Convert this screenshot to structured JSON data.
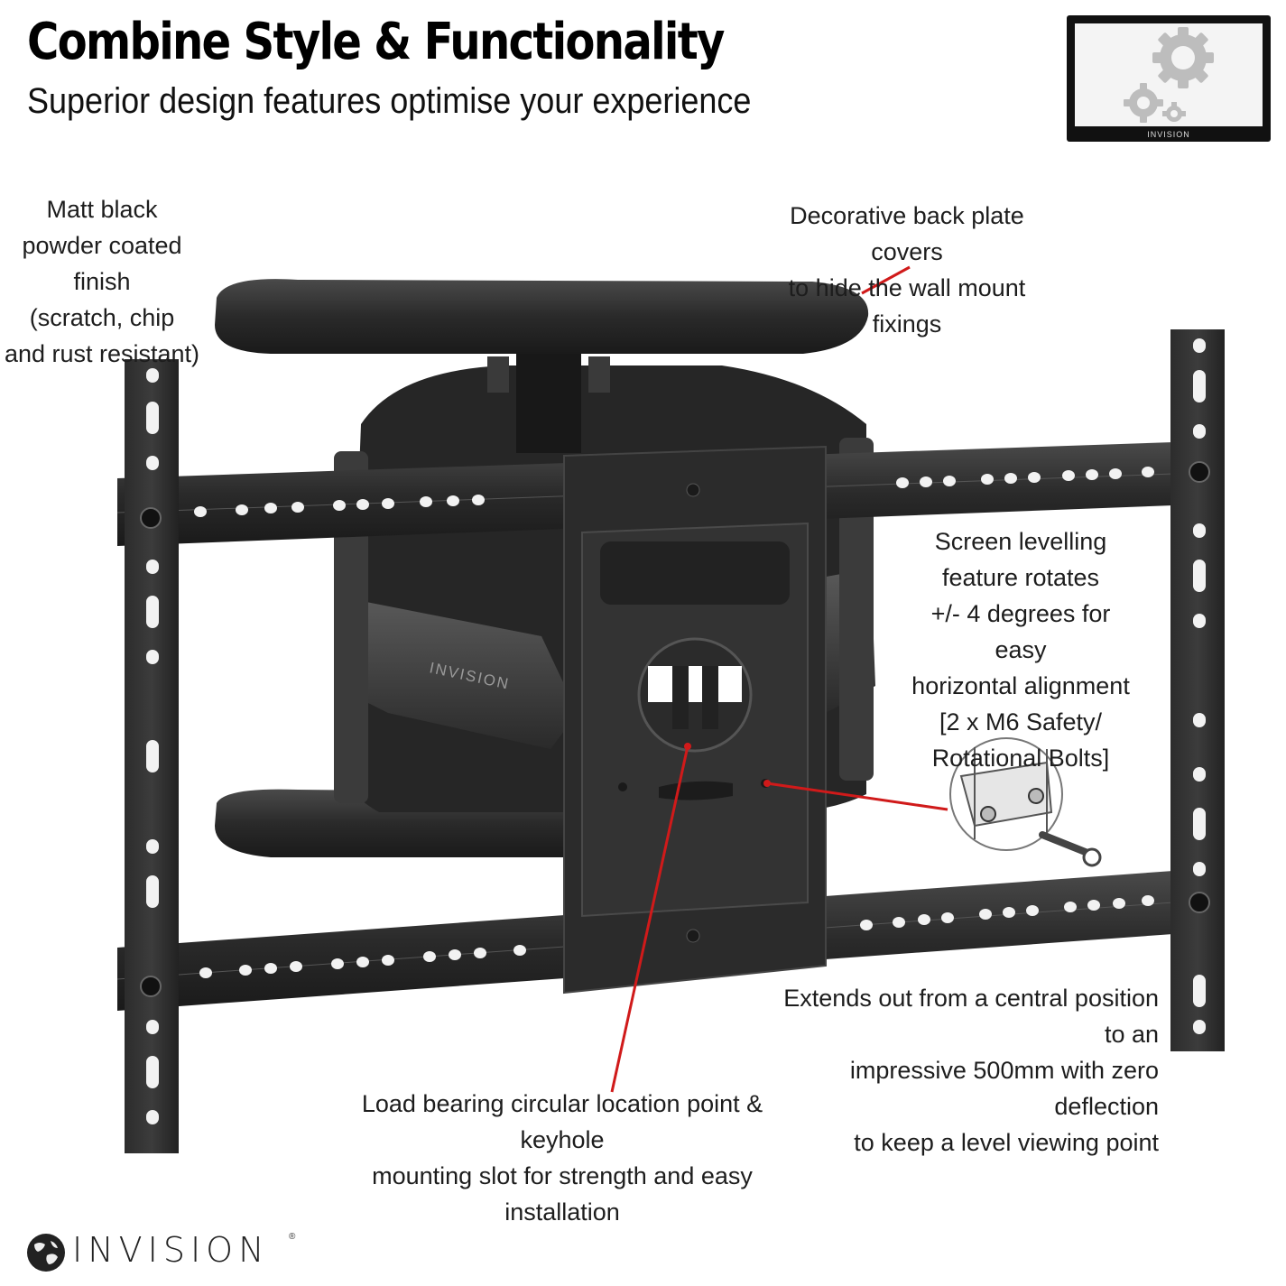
{
  "header": {
    "title": "Combine Style & Functionality",
    "subtitle": "Superior design features optimise your experience"
  },
  "thumbnail": {
    "icon": "gears-icon",
    "brand": "INVISION"
  },
  "callouts": {
    "finish": [
      "Matt black",
      "powder coated finish",
      "(scratch, chip",
      "and rust resistant)"
    ],
    "back_plate": [
      "Decorative back plate covers",
      "to hide the wall mount fixings"
    ],
    "levelling": [
      "Screen levelling",
      "feature rotates",
      "+/- 4 degrees for easy",
      "horizontal alignment",
      "[2 x M6 Safety/",
      "Rotational Bolts]"
    ],
    "extends": [
      "Extends out from a central position to an",
      "impressive 500mm with zero deflection",
      "to keep a level viewing point"
    ],
    "load_bearing": [
      "Load bearing circular location point & keyhole",
      "mounting slot for strength and easy installation"
    ]
  },
  "product": {
    "arm_brand": "INVISION",
    "accent_color": "#d01a1a"
  },
  "footer": {
    "brand": "INVISION",
    "registered": "®",
    "icon": "globe-icon"
  }
}
